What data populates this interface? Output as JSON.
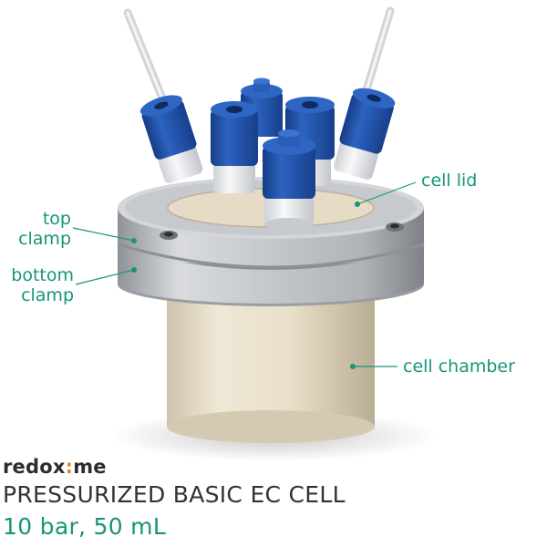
{
  "labels": {
    "cell_lid": "cell lid",
    "top_clamp_line1": "top",
    "top_clamp_line2": "clamp",
    "bottom_clamp_line1": "bottom",
    "bottom_clamp_line2": "clamp",
    "cell_chamber": "cell chamber"
  },
  "brand": {
    "part1": "redox",
    "dot": ":",
    "part2": "me"
  },
  "product": {
    "title": "PRESSURIZED BASIC EC CELL",
    "spec": "10 bar, 50 mL"
  },
  "colors": {
    "accent": "#17957a",
    "fitting_blue": "#1f4fa3",
    "chamber_beige": "#e6dcc6",
    "clamp_steel": "#b9bcc0",
    "brand_dot": "#e8891c"
  }
}
